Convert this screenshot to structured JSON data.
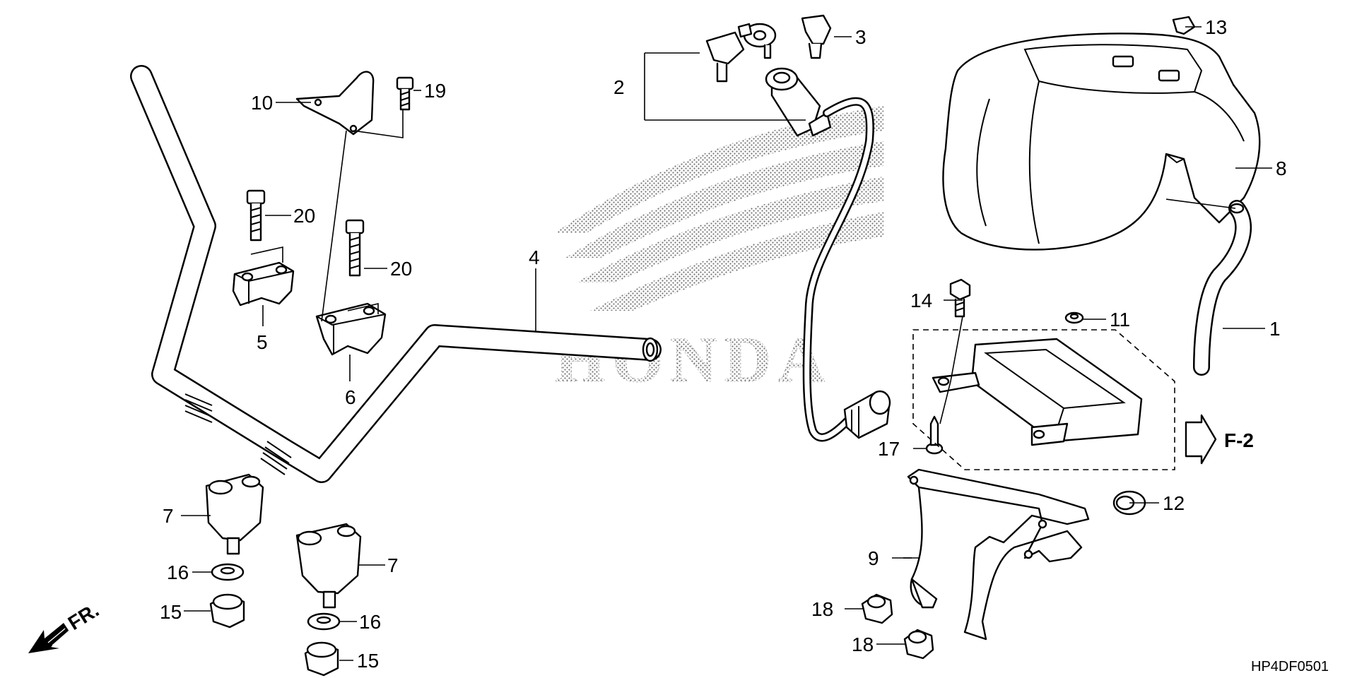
{
  "diagram": {
    "callouts": {
      "c1": "1",
      "c2": "2",
      "c3": "3",
      "c4": "4",
      "c5": "5",
      "c6": "6",
      "c7a": "7",
      "c7b": "7",
      "c8": "8",
      "c9": "9",
      "c10": "10",
      "c11": "11",
      "c12": "12",
      "c13": "13",
      "c14": "14",
      "c15a": "15",
      "c15b": "15",
      "c16a": "16",
      "c16b": "16",
      "c17": "17",
      "c18a": "18",
      "c18b": "18",
      "c19": "19",
      "c20a": "20",
      "c20b": "20"
    },
    "section_ref": "F-2",
    "direction_label": "FR.",
    "watermark": "HONDA",
    "drawing_code": "HP4DF0501"
  }
}
